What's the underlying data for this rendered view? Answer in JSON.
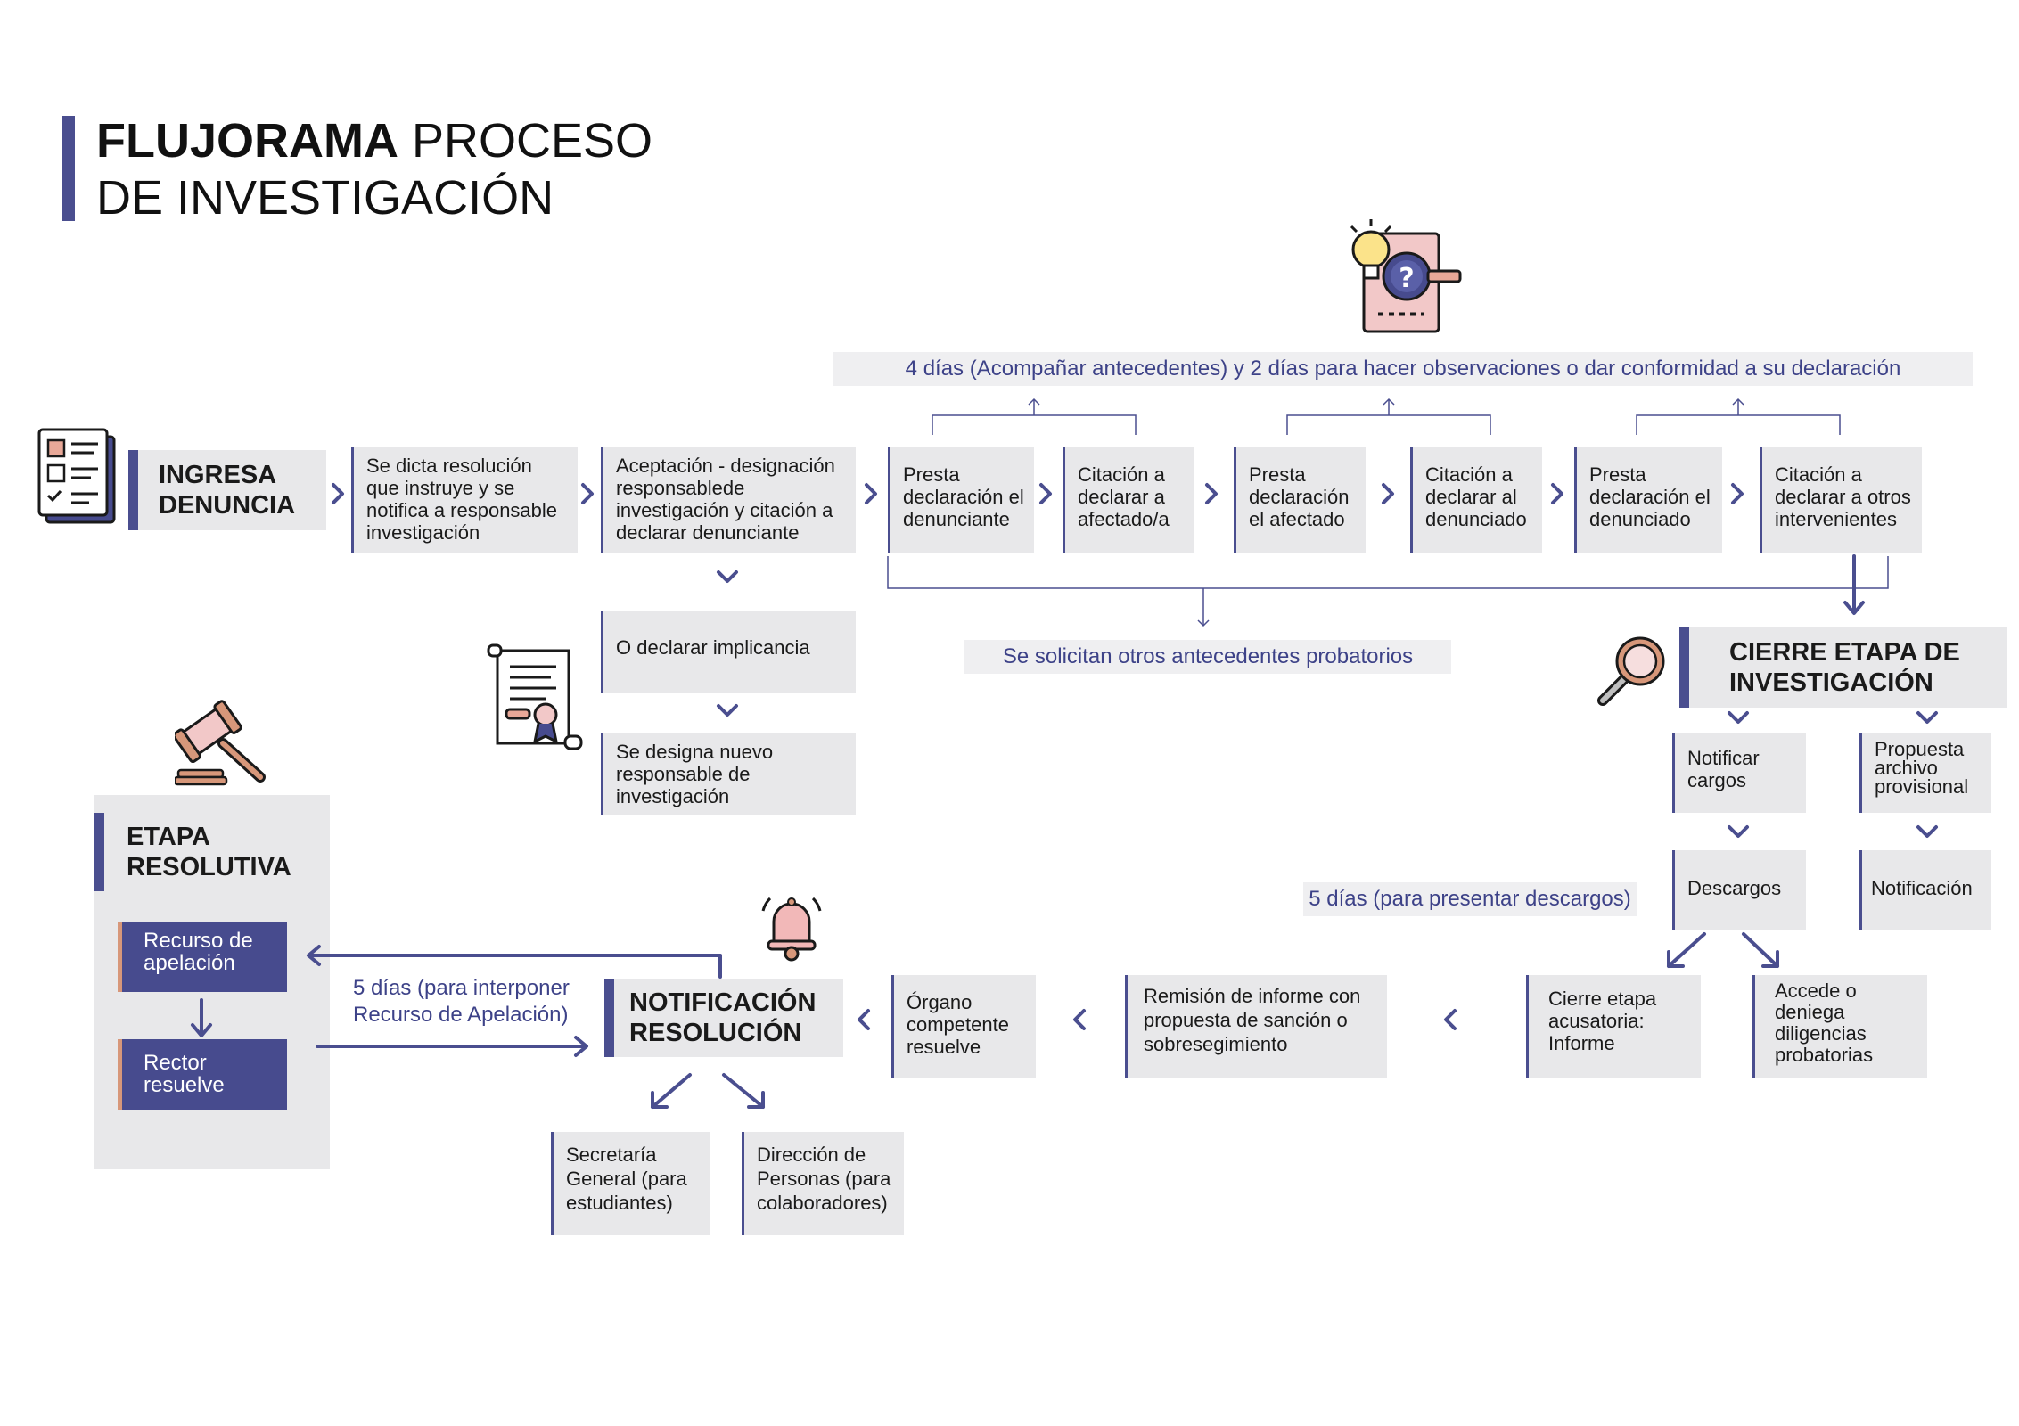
{
  "title": {
    "bold": "FLUJORAMA",
    "rest": " PROCESO",
    "line2": "DE INVESTIGACIÓN"
  },
  "notes": {
    "top": "4 días (Acompañar antecedentes) y 2 días para hacer observaciones o dar conformidad a su declaración",
    "middle": "Se solicitan otros antecedentes probatorios",
    "descargos": "5 días (para presentar descargos)",
    "apelacion_line1": "5 días (para interponer",
    "apelacion_line2": "Recurso de Apelación)"
  },
  "headers": {
    "ingresa": "INGRESA DENUNCIA",
    "cierre": "CIERRE ETAPA DE INVESTIGACIÓN",
    "etapa": "ETAPA RESOLUTIVA",
    "notificacion": "NOTIFICACIÓN RESOLUCIÓN"
  },
  "boxes": {
    "dicta": "Se dicta resolución que instruye y se notifica a responsable investigación",
    "aceptacion": "Aceptación - designación responsablede investigación y citación a declarar denunciante",
    "implicancia": "O declarar implicancia",
    "nuevo": "Se designa nuevo responsable de investigación",
    "presta1": "Presta declaración el denunciante",
    "citacion1": "Citación a declarar a afectado/a",
    "presta2": "Presta declaración el afectado",
    "citacion2": "Citación a declarar al denunciado",
    "presta3": "Presta declaración el denunciado",
    "citacion3": "Citación a declarar a otros intervenientes",
    "notificar": "Notificar cargos",
    "propuesta": "Propuesta archivo provisional",
    "descargos": "Descargos",
    "notificacion": "Notificación",
    "cierre_acusatoria": "Cierre etapa acusatoria: Informe",
    "accede": "Accede o deniega diligencias probatorias",
    "remision": "Remisión de informe con propuesta de sanción o sobresegimiento",
    "organo": "Órgano competente resuelve",
    "secretaria": "Secretaría General (para estudiantes)",
    "direccion": "Dirección de Personas (para colaboradores)"
  },
  "resolutiva": {
    "recurso": "Recurso de apelación",
    "rector": "Rector resuelve"
  },
  "colors": {
    "accent": "#4a4e8f",
    "box": "#e8e8ea",
    "note_text": "#3d4288",
    "peach": "#d7977a"
  },
  "icons": [
    "checklist-icon",
    "idea-document-icon",
    "certificate-icon",
    "gavel-icon",
    "magnifier-icon",
    "bell-icon"
  ]
}
